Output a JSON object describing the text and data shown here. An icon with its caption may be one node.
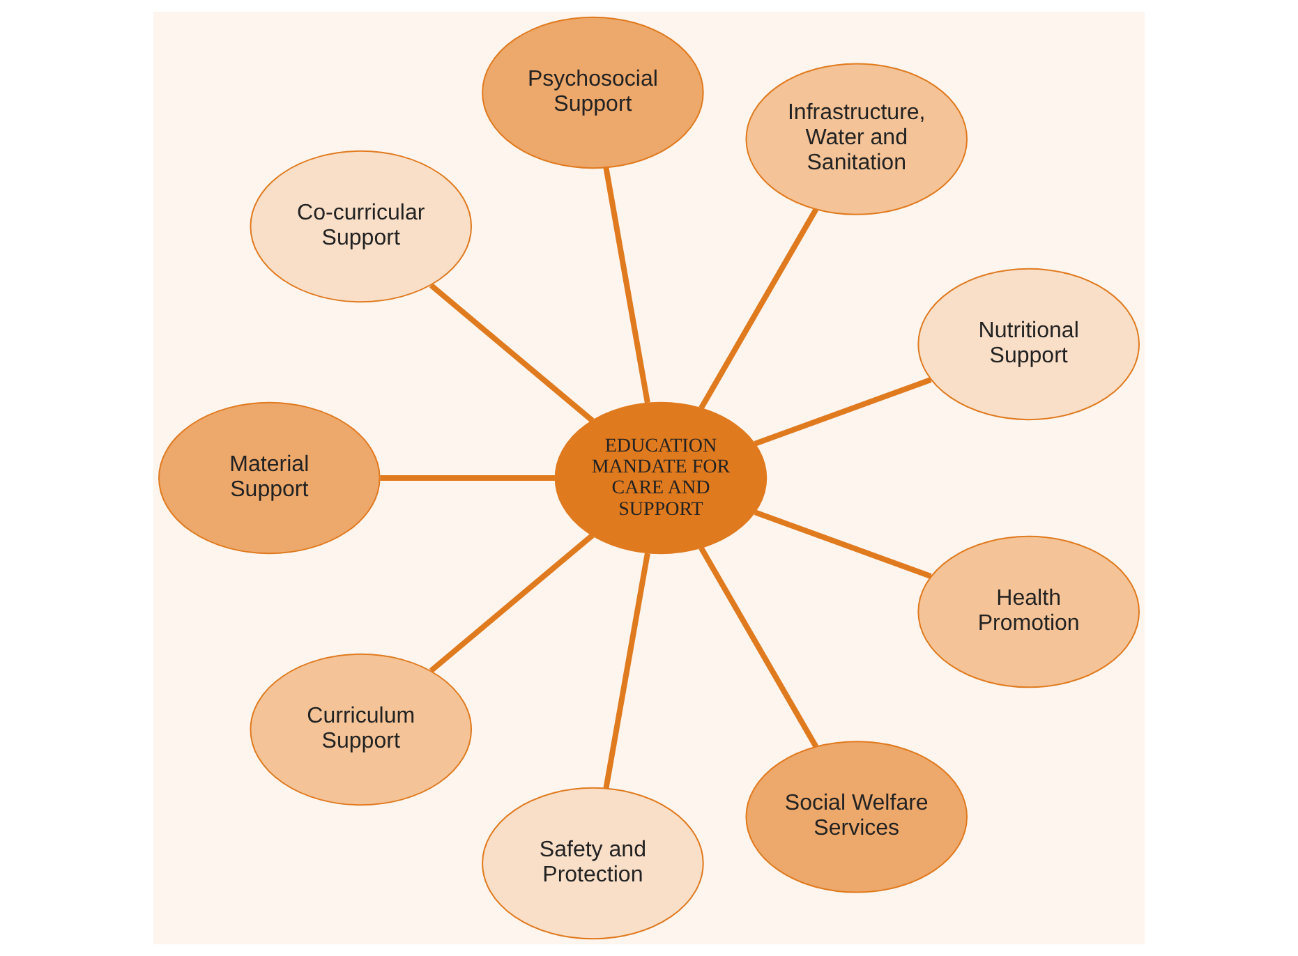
{
  "diagram": {
    "nodes": [
      {
        "text": [
          "EDUCATION MANDATE FOR CARE AND SUPPORT"
        ]
      },
      {
        "text": [
          "Nutritional Support"
        ]
      },
      {
        "text": [
          "Infrastructure, Water and Sanitation"
        ]
      },
      {
        "text": [
          "Psychosocial Support"
        ]
      },
      {
        "text": [
          "Co-curricular Support"
        ]
      },
      {
        "text": [
          "Material Support"
        ]
      },
      {
        "text": [
          "Curriculum Support"
        ]
      },
      {
        "text": [
          "Safety and Protection"
        ]
      },
      {
        "text": [
          "Social Welfare Services"
        ]
      },
      {
        "text": [
          "Health Promotion"
        ]
      }
    ],
    "edges": [
      {
        "from": 0,
        "to": 1,
        "arrow": "none"
      },
      {
        "from": 0,
        "to": 2,
        "arrow": "none"
      },
      {
        "from": 0,
        "to": 3,
        "arrow": "none"
      },
      {
        "from": 0,
        "to": 4,
        "arrow": "none"
      },
      {
        "from": 0,
        "to": 5,
        "arrow": "none"
      },
      {
        "from": 0,
        "to": 6,
        "arrow": "none"
      },
      {
        "from": 0,
        "to": 7,
        "arrow": "none"
      },
      {
        "from": 0,
        "to": 8,
        "arrow": "none"
      },
      {
        "from": 0,
        "to": 9,
        "arrow": "none"
      }
    ]
  }
}
